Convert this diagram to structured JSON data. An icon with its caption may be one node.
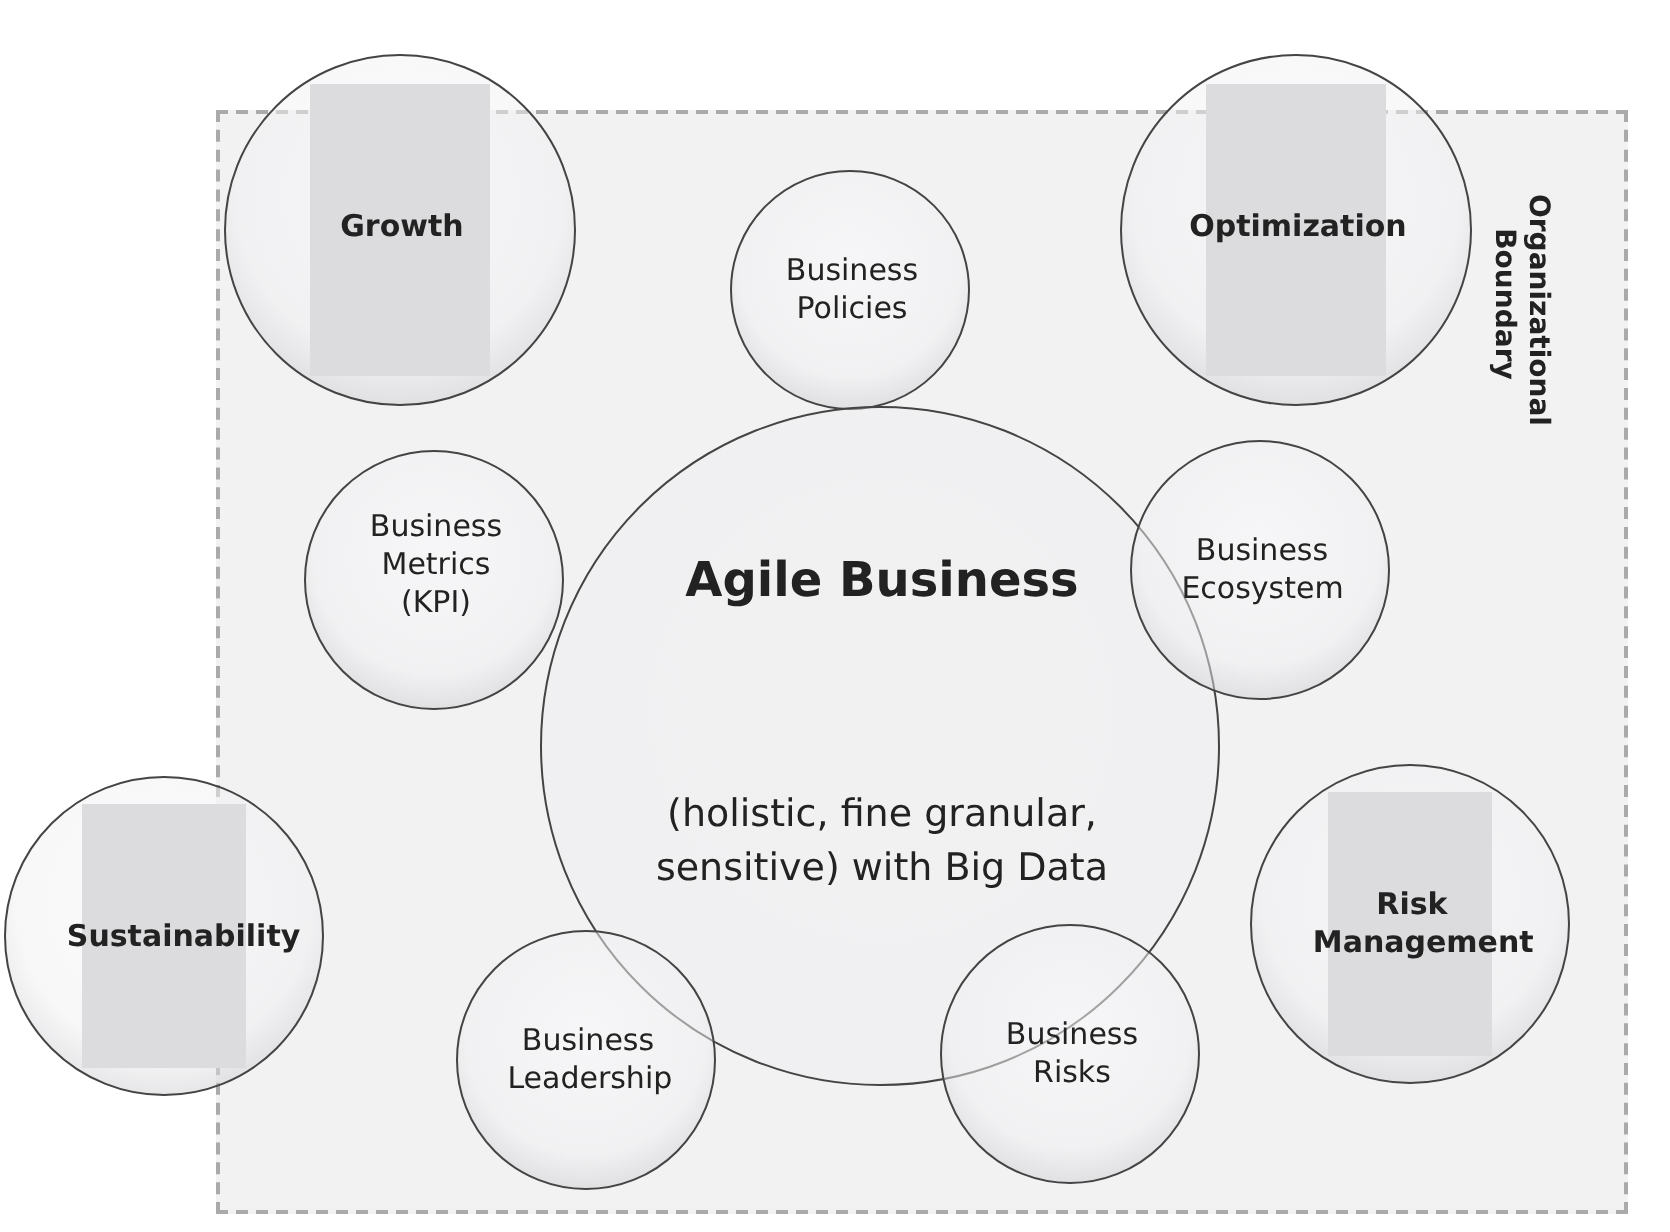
{
  "diagram": {
    "nodes": [
      {
        "text": [
          "Organizational Boundary"
        ]
      },
      {
        "text": [
          "Growth"
        ]
      },
      {
        "text": [
          "Business Policies"
        ],
        "in": 0
      },
      {
        "text": [
          "Optimization"
        ]
      },
      {
        "text": [
          "Business Metrics (KPI)"
        ],
        "in": 0
      },
      {
        "text": [
          "Agile Business",
          "(holistic, fine granular, sensitive) with Big Data"
        ],
        "in": 0
      },
      {
        "text": [
          "Business Ecosystem"
        ],
        "in": 0
      },
      {
        "text": [
          "Sustainability"
        ]
      },
      {
        "text": [
          "Risk Management"
        ],
        "in": 0
      },
      {
        "text": [
          "Business Leadership"
        ],
        "in": 0
      },
      {
        "text": [
          "Business Risks"
        ],
        "in": 0
      }
    ]
  }
}
